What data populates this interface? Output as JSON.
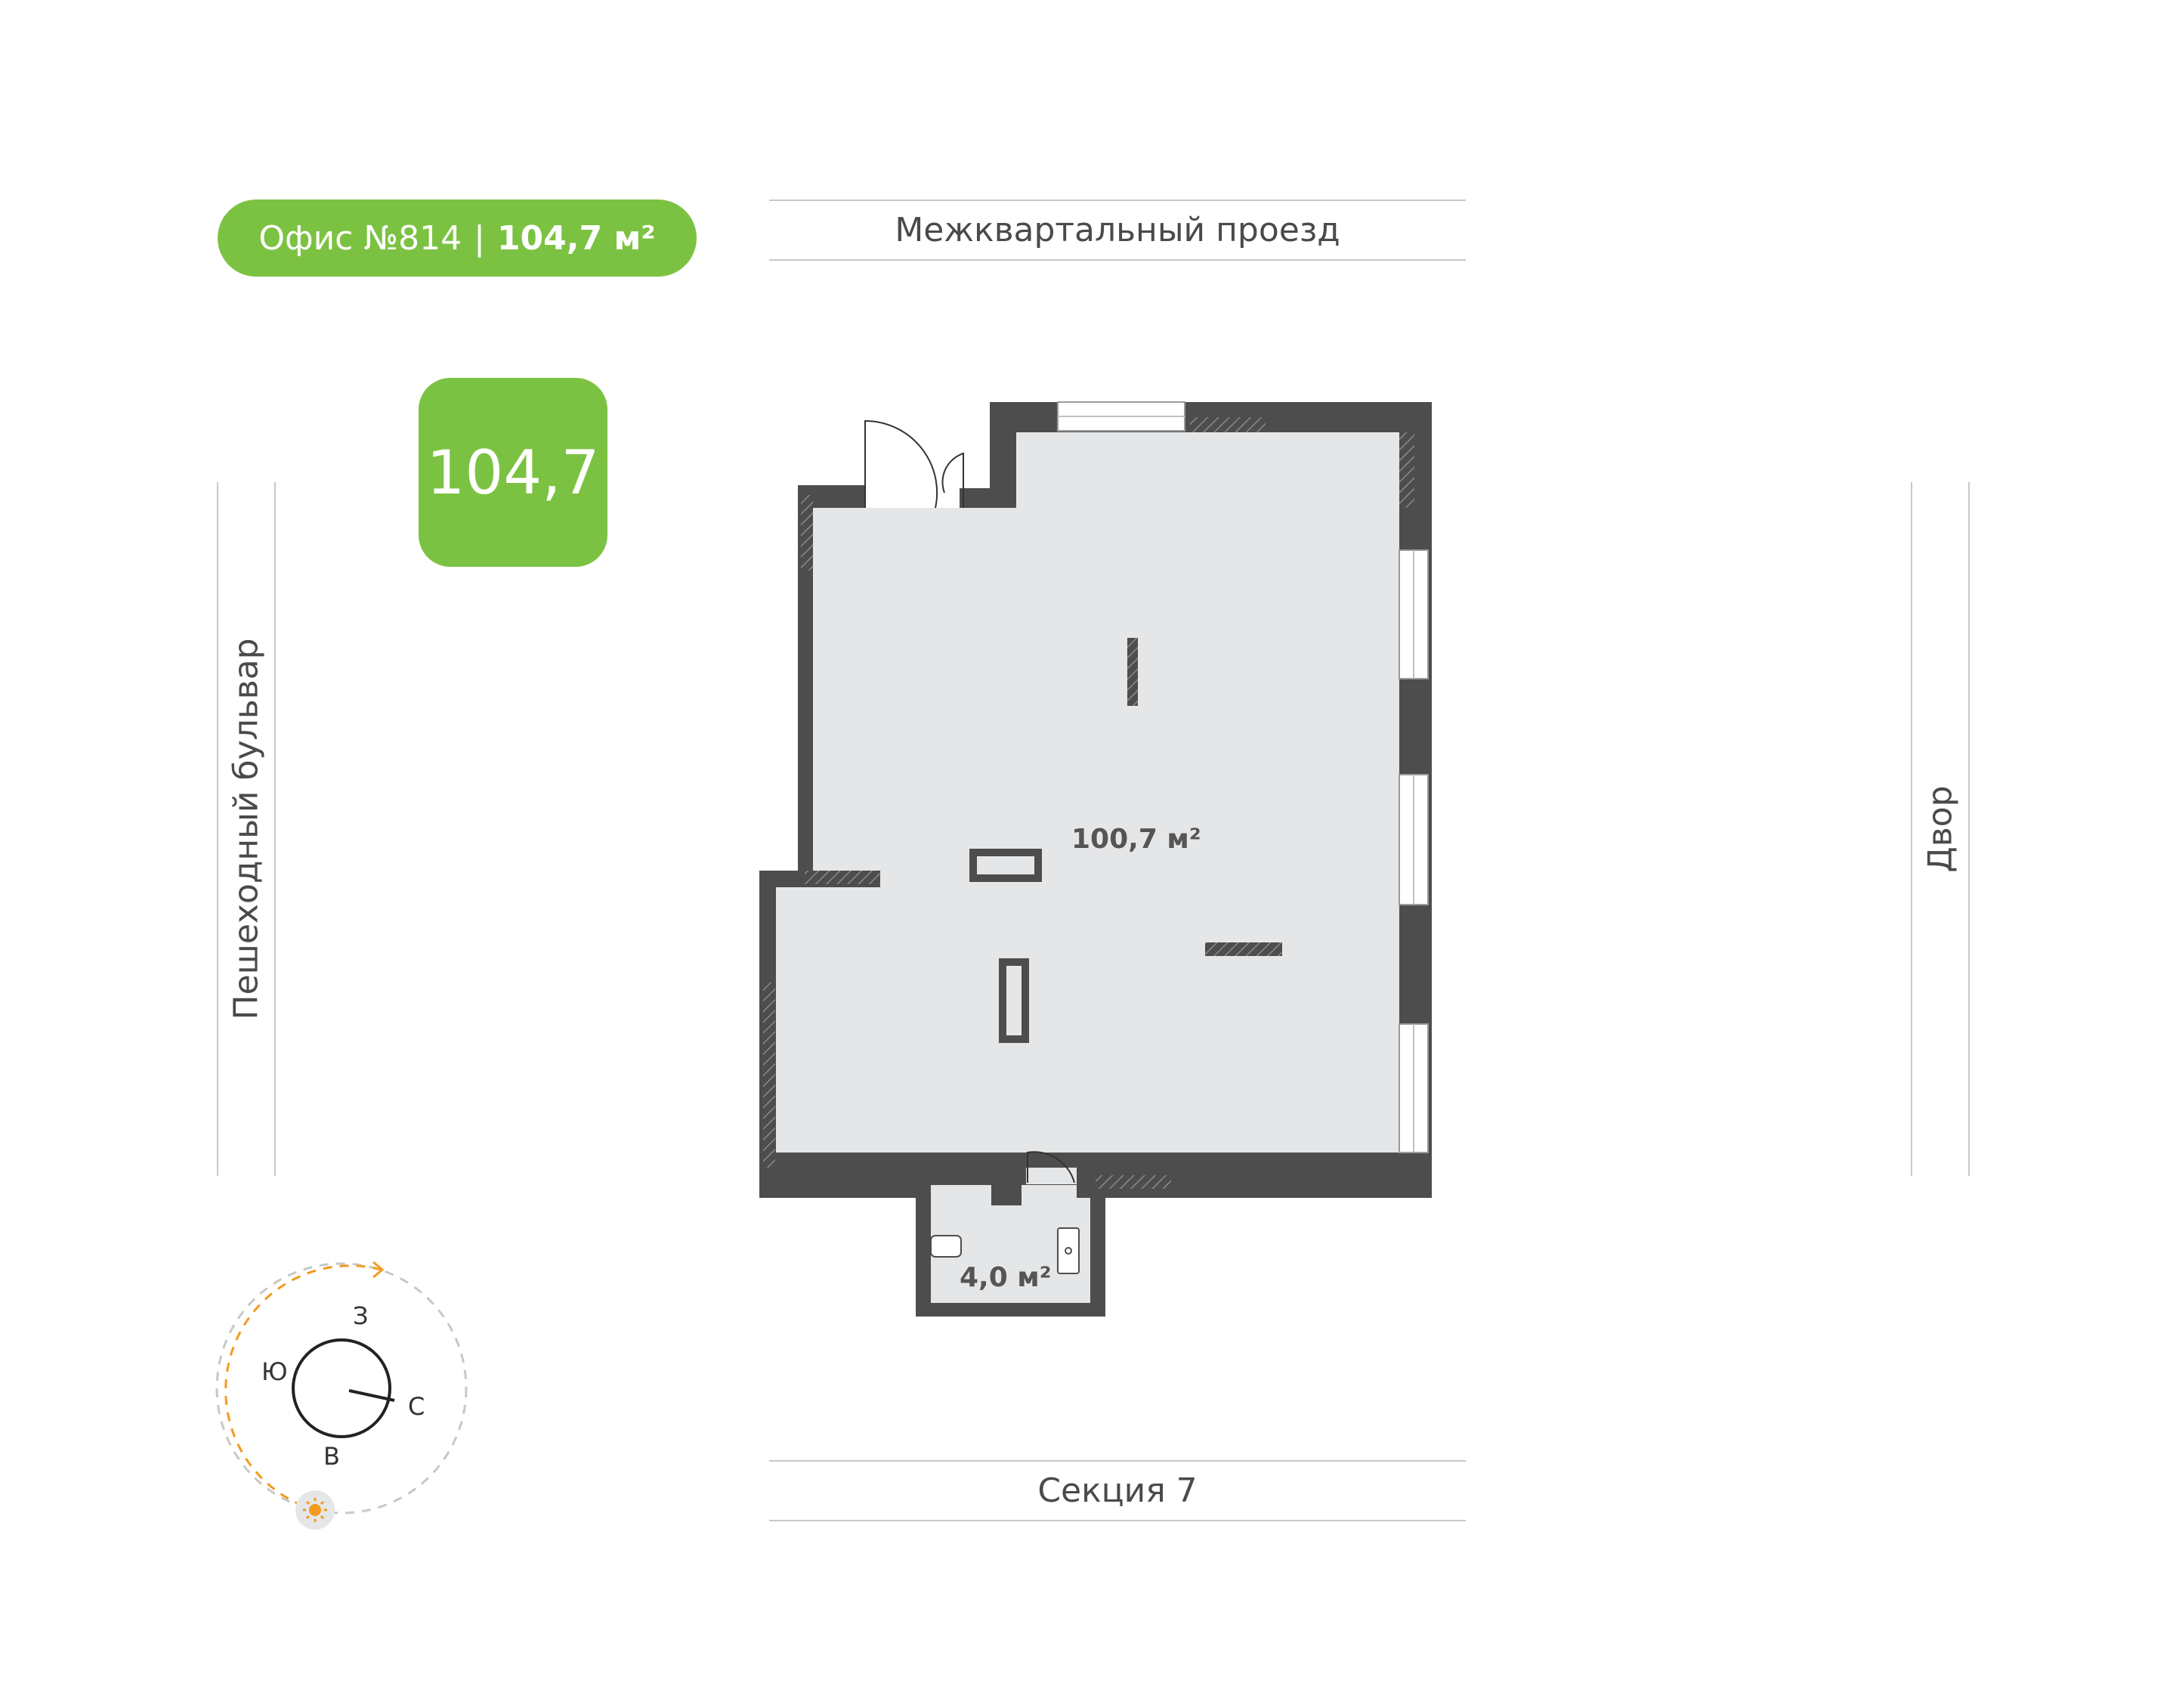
{
  "header": {
    "office_title": "Офис №814",
    "separator": "|",
    "office_area": "104,7 м²"
  },
  "badge": {
    "area": "104,7"
  },
  "streets": {
    "top": "Межквартальный проезд",
    "bottom": "Секция 7",
    "left": "Пешеходный бульвар",
    "right": "Двор"
  },
  "rooms": {
    "main_area": "100,7 м²",
    "wc_area": "4,0 м²"
  },
  "compass": {
    "west": "З",
    "south": "Ю",
    "north": "С",
    "east": "В"
  },
  "colors": {
    "accent": "#7cc242",
    "wall": "#4d4d4d",
    "floor": "#e5e6e7",
    "sun": "#f39a1e"
  }
}
